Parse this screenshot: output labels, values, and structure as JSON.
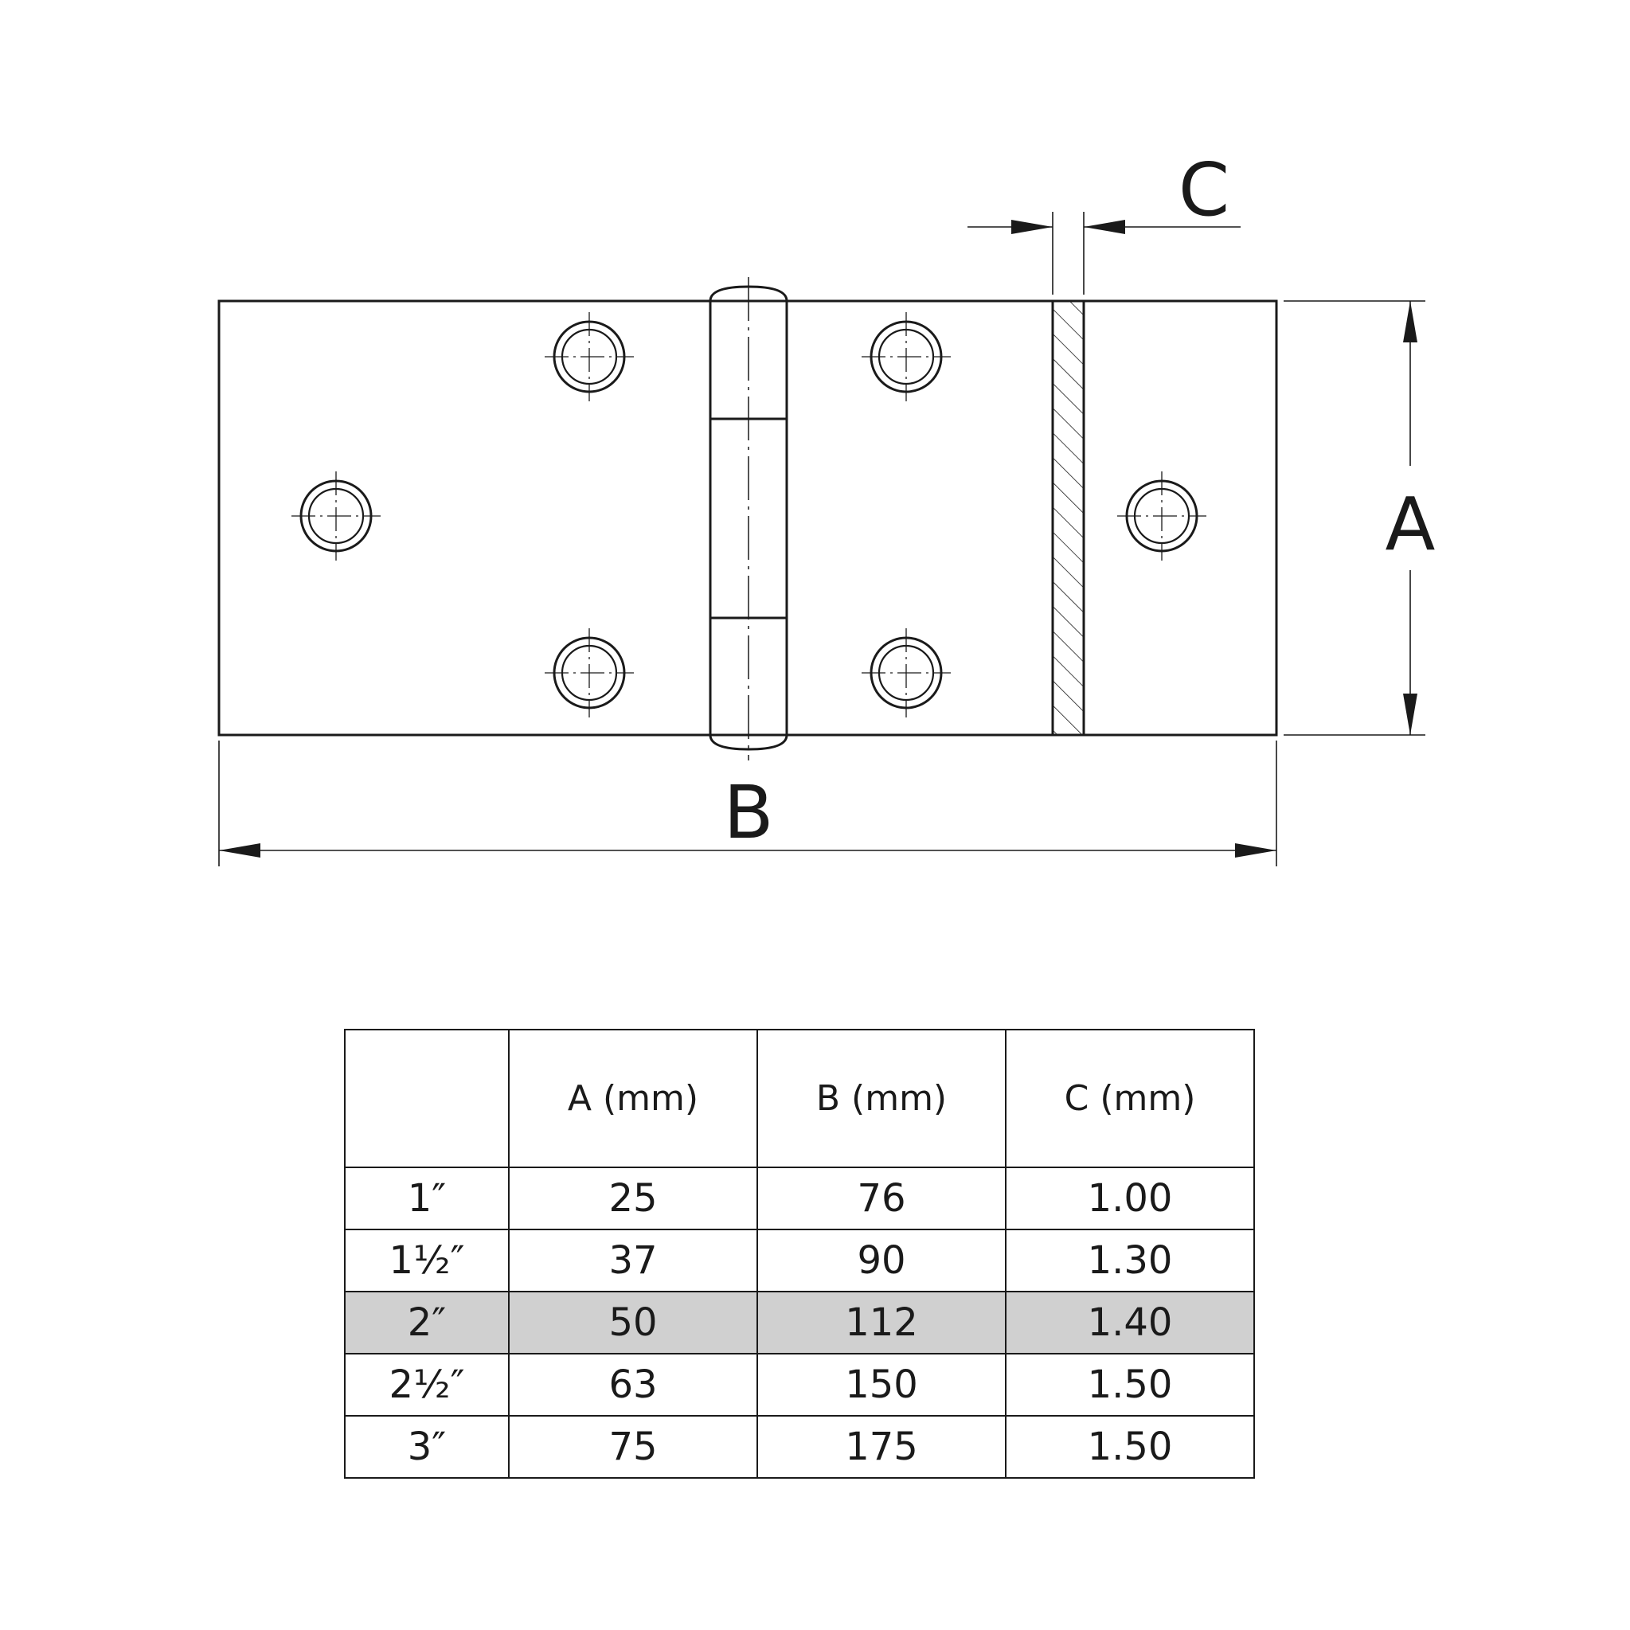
{
  "dimension_labels": {
    "a": "A",
    "b": "B",
    "c": "C"
  },
  "table": {
    "headers": [
      "",
      "A (mm)",
      "B (mm)",
      "C (mm)"
    ],
    "rows": [
      {
        "size": "1″",
        "a": "25",
        "b": "76",
        "c": "1.00",
        "highlighted": false
      },
      {
        "size": "1½″",
        "a": "37",
        "b": "90",
        "c": "1.30",
        "highlighted": false
      },
      {
        "size": "2″",
        "a": "50",
        "b": "112",
        "c": "1.40",
        "highlighted": true
      },
      {
        "size": "2½″",
        "a": "63",
        "b": "150",
        "c": "1.50",
        "highlighted": false
      },
      {
        "size": "3″",
        "a": "75",
        "b": "175",
        "c": "1.50",
        "highlighted": false
      }
    ]
  },
  "colors": {
    "line": "#1a1a1a",
    "highlight_row": "#d0d0d0",
    "background": "#ffffff"
  }
}
